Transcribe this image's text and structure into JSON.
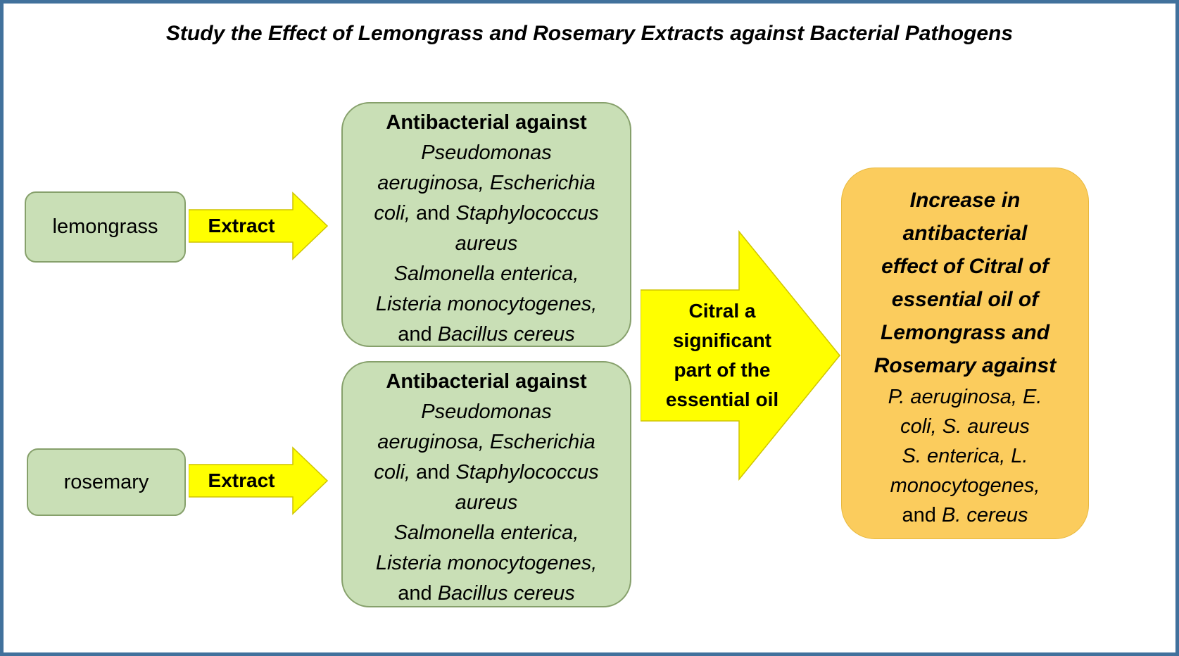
{
  "title": "Study the Effect of Lemongrass and Rosemary Extracts against Bacterial Pathogens",
  "colors": {
    "frame_border": "#41719C",
    "green_box_fill": "#C9DFB6",
    "green_box_border": "#86A06B",
    "arrow_yellow": "#FFFF00",
    "result_box_fill": "#FBCC5D",
    "text": "#000000"
  },
  "sources": [
    {
      "label": "lemongrass"
    },
    {
      "label": "rosemary"
    }
  ],
  "extract_arrows": [
    {
      "label": "Extract"
    },
    {
      "label": "Extract"
    }
  ],
  "effect_boxes": [
    {
      "heading": "Antibacterial against",
      "lines": [
        [
          {
            "t": "Pseudomonas",
            "s": "it"
          }
        ],
        [
          {
            "t": "aeruginosa, Escherichia",
            "s": "it"
          }
        ],
        [
          {
            "t": "coli,",
            "s": "it"
          },
          {
            "t": " and ",
            "s": "rg"
          },
          {
            "t": "Staphylococcus",
            "s": "it"
          }
        ],
        [
          {
            "t": "aureus",
            "s": "it"
          }
        ],
        [
          {
            "t": "Salmonella enterica,",
            "s": "it"
          }
        ],
        [
          {
            "t": "Listeria monocytogenes,",
            "s": "it"
          }
        ],
        [
          {
            "t": "and ",
            "s": "rg"
          },
          {
            "t": "Bacillus cereus",
            "s": "it"
          }
        ]
      ]
    },
    {
      "heading": "Antibacterial against",
      "lines": [
        [
          {
            "t": "Pseudomonas",
            "s": "it"
          }
        ],
        [
          {
            "t": "aeruginosa, Escherichia",
            "s": "it"
          }
        ],
        [
          {
            "t": "coli,",
            "s": "it"
          },
          {
            "t": " and ",
            "s": "rg"
          },
          {
            "t": "Staphylococcus",
            "s": "it"
          }
        ],
        [
          {
            "t": "aureus",
            "s": "it"
          }
        ],
        [
          {
            "t": "Salmonella enterica,",
            "s": "it"
          }
        ],
        [
          {
            "t": "Listeria monocytogenes,",
            "s": "it"
          }
        ],
        [
          {
            "t": "and ",
            "s": "rg"
          },
          {
            "t": "Bacillus cereus",
            "s": "it"
          }
        ]
      ]
    }
  ],
  "citral_arrow": {
    "lines": [
      "Citral a",
      "significant",
      "part of the",
      "essential oil"
    ]
  },
  "result_box": {
    "heading_lines": [
      "Increase in",
      "antibacterial",
      "effect of Citral of",
      "essential oil of",
      "Lemongrass and",
      "Rosemary against"
    ],
    "species_lines": [
      [
        {
          "t": "P. aeruginosa, E.",
          "s": "it"
        }
      ],
      [
        {
          "t": "coli, S. aureus",
          "s": "it"
        }
      ],
      [
        {
          "t": "S. enterica, L.",
          "s": "it"
        }
      ],
      [
        {
          "t": "monocytogenes,",
          "s": "it"
        }
      ],
      [
        {
          "t": "and ",
          "s": "rg"
        },
        {
          "t": "B. cereus",
          "s": "it"
        }
      ]
    ]
  }
}
